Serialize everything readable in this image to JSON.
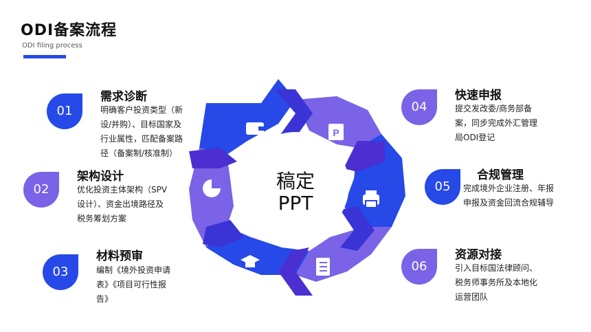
{
  "header": {
    "title": "ODI备案流程",
    "subtitle": "ODI filing process"
  },
  "center": {
    "line1": "稿定",
    "line2": "PPT"
  },
  "colors": {
    "blue": "#2649e8",
    "purple": "#7a63e6",
    "dark_purple": "#4b2fd0"
  },
  "steps": [
    {
      "number": "01",
      "title": "需求诊断",
      "desc": [
        "明确客户投资类型（新",
        "设/并购）、目标国家及",
        "行业属性，匹配备案路",
        "径（备案制/核准制）"
      ],
      "icon": "wallet-icon"
    },
    {
      "number": "02",
      "title": "架构设计",
      "desc": [
        "优化投资主体架构（SPV",
        "设计）、资金出境路径及",
        "税务筹划方案"
      ],
      "icon": "pie-chart-icon"
    },
    {
      "number": "03",
      "title": "材料预审",
      "desc": [
        "编制《境外投资申请",
        "表》《项目可行性报",
        "告》"
      ],
      "icon": "graduation-cap-icon"
    },
    {
      "number": "04",
      "title": "快速申报",
      "desc": [
        "提交发改委/商务部备",
        "案，同步完成外汇管理",
        "局ODI登记"
      ],
      "icon": "powerpoint-icon"
    },
    {
      "number": "05",
      "title": "合规管理",
      "desc": [
        "完成境外企业注册、年报",
        "申报及资金回流合规辅导"
      ],
      "icon": "printer-icon"
    },
    {
      "number": "06",
      "title": "资源对接",
      "desc": [
        "引入目标国法律顾问、",
        "税务师事务所及本地化",
        "运营团队"
      ],
      "icon": "notebook-icon"
    }
  ]
}
